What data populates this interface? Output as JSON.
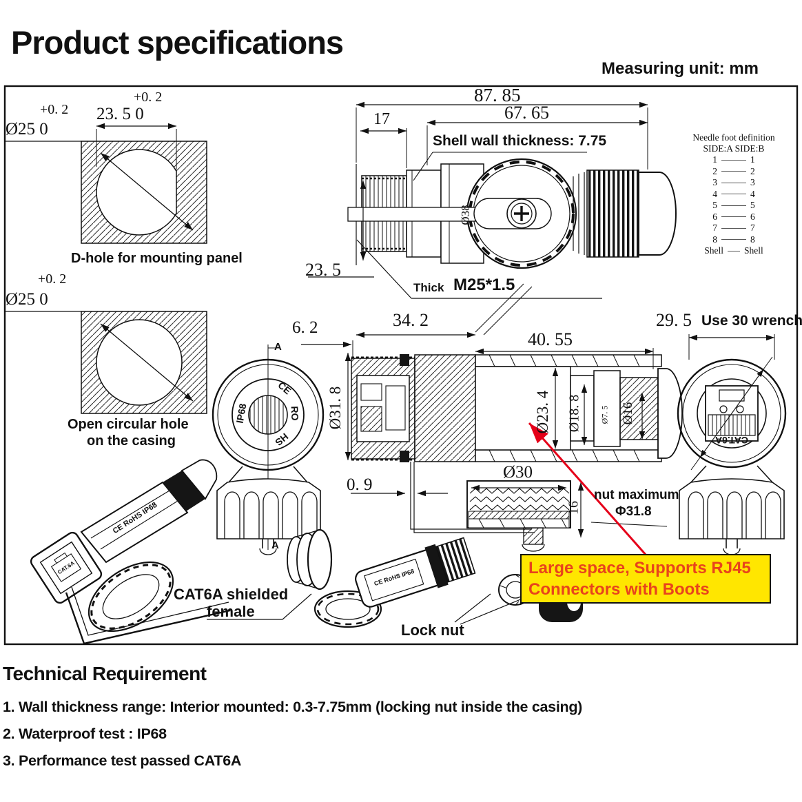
{
  "header": {
    "title": "Product specifications",
    "unit": "Measuring unit: mm"
  },
  "panel_holes": {
    "dhole_tol": "+0. 2",
    "dhole_dim": "23. 5  0",
    "dhole_dia_tol": "+0. 2",
    "dhole_dia": "Ø25  0",
    "dhole_caption": "D-hole for mounting panel",
    "circle_dia_tol": "+0. 2",
    "circle_dia": "Ø25  0",
    "circle_caption1": "Open circular hole",
    "circle_caption2": "on the casing"
  },
  "side_view": {
    "dim_total": "87. 85",
    "dim_body": "67. 65",
    "dim_thread_len": "17",
    "shell_wall": "Shell wall thickness: 7.75",
    "dim_depth": "23. 5",
    "thick_label": "Thick",
    "thread_spec": "M25*1.5",
    "dia_bezel": "Ø38"
  },
  "needle_table": {
    "title": "Needle foot definition",
    "sides": "SIDE:A  SIDE:B",
    "pins": [
      "1",
      "2",
      "3",
      "4",
      "5",
      "6",
      "7",
      "8"
    ],
    "shell_left": "Shell",
    "shell_right": "Shell"
  },
  "section_view": {
    "dim_62": "6. 2",
    "dim_342": "34. 2",
    "dim_4055": "40. 55",
    "dia_318": "Ø31. 8",
    "dia_234": "Ø23. 4",
    "dia_188": "Ø18. 8",
    "dia_75": "Ø7. 5",
    "dia_16": "Ø16",
    "dim_09": "0. 9",
    "section_mark": "A"
  },
  "front_view": {
    "ip68": "IP68",
    "ce": "CE",
    "ro": "RO",
    "hs": "HS"
  },
  "right_view": {
    "dim_295": "29. 5",
    "wrench_note": "Use 30 wrench",
    "port_label": "CAT.6A"
  },
  "locknut_view": {
    "dia_30": "Ø30",
    "dim_16": "16",
    "nut_max1": "nut maximum",
    "nut_max2": "Φ31.8"
  },
  "callout": {
    "line1": "Large space, Supports RJ45",
    "line2": "Connectors with Boots"
  },
  "labels": {
    "female1": "CAT6A shielded",
    "female2": "female",
    "lock_nut": "Lock nut",
    "body_print": "CE RoHS IP68",
    "port_tiny": "CAT.6A"
  },
  "tech": {
    "heading": "Technical Requirement",
    "items": [
      "1. Wall thickness range: Interior mounted: 0.3-7.75mm (locking nut inside the casing)",
      "2. Waterproof test : IP68",
      "3. Performance test passed CAT6A"
    ]
  },
  "colors": {
    "accent_red": "#e50019",
    "callout_bg": "#ffe600",
    "callout_fg": "#e8431c"
  }
}
